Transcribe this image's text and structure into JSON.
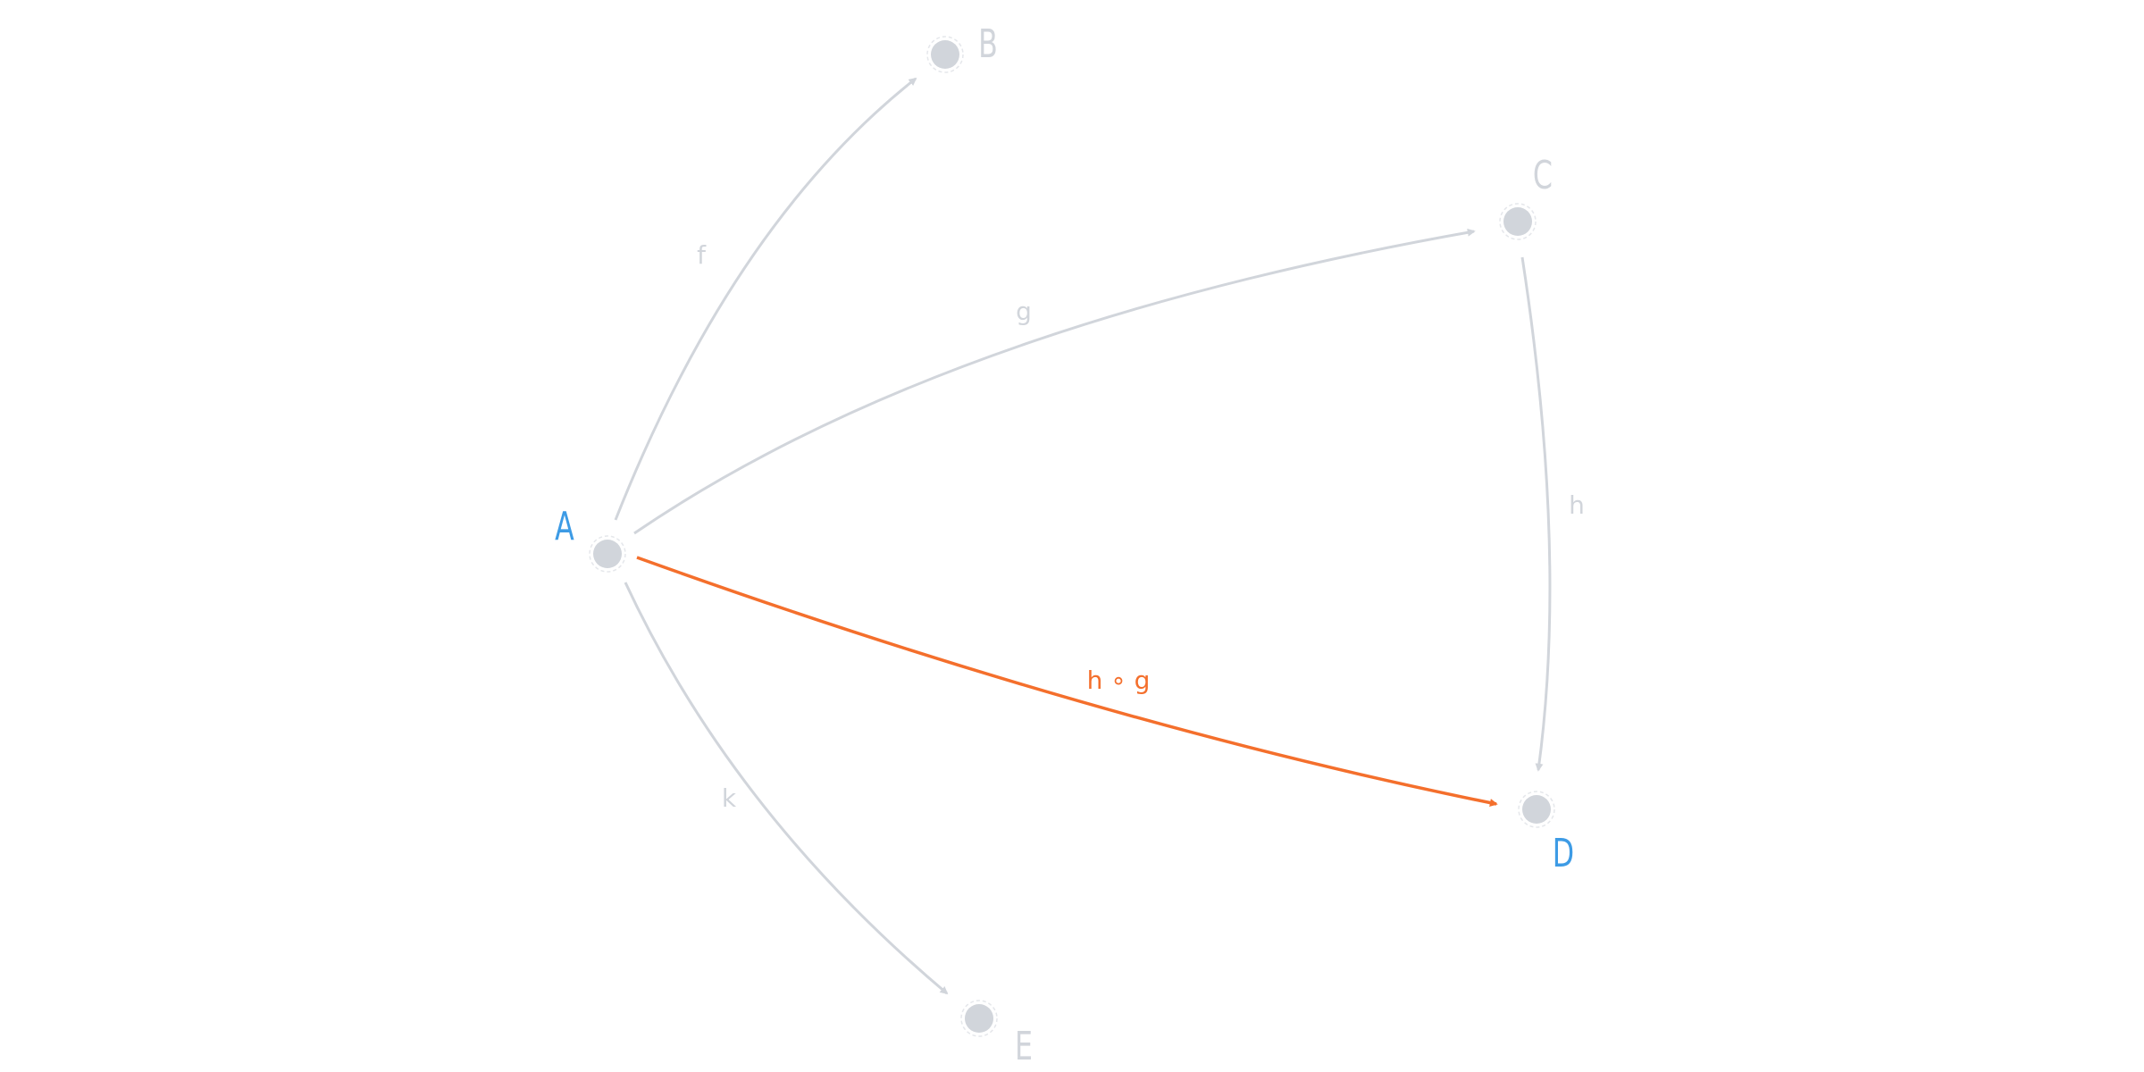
{
  "diagram": {
    "colors": {
      "muted": "#d1d5db",
      "highlight": "#f46f2c",
      "accent": "#3d9be5"
    },
    "nodes": [
      {
        "id": "A",
        "label": "A",
        "highlighted": true
      },
      {
        "id": "B",
        "label": "B",
        "highlighted": false
      },
      {
        "id": "C",
        "label": "C",
        "highlighted": false
      },
      {
        "id": "D",
        "label": "D",
        "highlighted": true
      },
      {
        "id": "E",
        "label": "E",
        "highlighted": false
      }
    ],
    "edges": [
      {
        "from": "A",
        "to": "B",
        "label": "f",
        "highlighted": false
      },
      {
        "from": "A",
        "to": "C",
        "label": "g",
        "highlighted": false
      },
      {
        "from": "C",
        "to": "D",
        "label": "h",
        "highlighted": false
      },
      {
        "from": "A",
        "to": "D",
        "label": "h ∘ g",
        "highlighted": true
      },
      {
        "from": "A",
        "to": "E",
        "label": "k",
        "highlighted": false
      }
    ]
  }
}
